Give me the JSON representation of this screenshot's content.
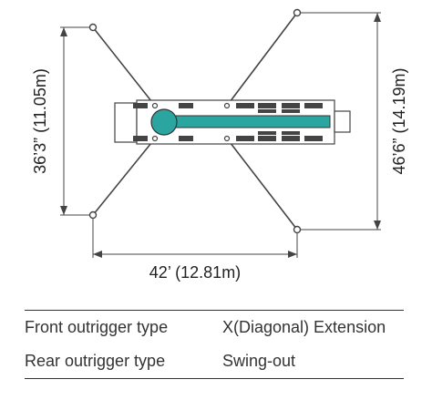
{
  "diagram": {
    "dimensions": {
      "front_spread": "36’3” (11.05m)",
      "rear_spread": "46’6” (14.19m)",
      "length": "42’ (12.81m)"
    },
    "colors": {
      "line": "#444444",
      "accent": "#2aa5a0",
      "pad": "#444444"
    }
  },
  "specs": [
    {
      "label": "Front outrigger type",
      "value": "X(Diagonal) Extension"
    },
    {
      "label": "Rear outrigger type",
      "value": "Swing-out"
    }
  ]
}
